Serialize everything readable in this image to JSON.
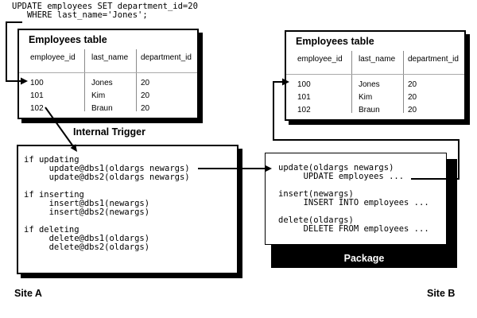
{
  "sql_statement": {
    "code": "UPDATE employees SET department_id=20\n   WHERE last_name='Jones';"
  },
  "site_a": {
    "label": "Site A",
    "employees_table": {
      "title": "Employees table",
      "columns": [
        "employee_id",
        "last_name",
        "department_id"
      ],
      "rows": [
        [
          "100",
          "Jones",
          "20"
        ],
        [
          "101",
          "Kim",
          "20"
        ],
        [
          "102",
          "Braun",
          "20"
        ]
      ]
    },
    "internal_trigger": {
      "title": "Internal Trigger",
      "code": "if updating\n     update@dbs1(oldargs newargs)\n     update@dbs2(oldargs newargs)\n\nif inserting\n     insert@dbs1(newargs)\n     insert@dbs2(newargs)\n\nif deleting\n     delete@dbs1(oldargs)\n     delete@dbs2(oldargs)"
    }
  },
  "site_b": {
    "label": "Site B",
    "employees_table": {
      "title": "Employees table",
      "columns": [
        "employee_id",
        "last_name",
        "department_id"
      ],
      "rows": [
        [
          "100",
          "Jones",
          "20"
        ],
        [
          "101",
          "Kim",
          "20"
        ],
        [
          "102",
          "Braun",
          "20"
        ]
      ]
    },
    "package": {
      "title": "Package",
      "code": "update(oldargs newargs)\n     UPDATE employees ...\n\ninsert(newargs)\n     INSERT INTO employees ...\n\ndelete(oldargs)\n     DELETE FROM employees ..."
    }
  },
  "colors": {
    "background": "#ffffff",
    "line": "#000000",
    "box_border": "#000000",
    "box_shadow": "#000000",
    "table_separator": "#8a8a8a",
    "header_rule": "#aaaaaa",
    "package_band_bg": "#000000",
    "package_label_text": "#ffffff"
  }
}
